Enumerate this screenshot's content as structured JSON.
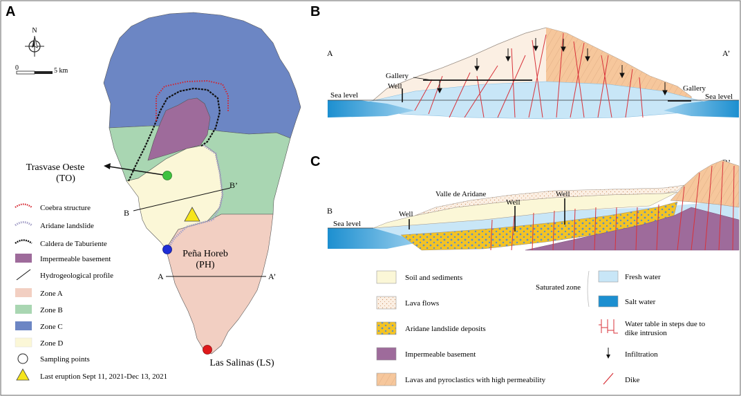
{
  "panels": {
    "a": "A",
    "b": "B",
    "c": "C"
  },
  "map": {
    "north": "N",
    "scale_zero": "0",
    "scale_value": "5 km",
    "sites": {
      "to_name": "Trasvase Oeste",
      "to_code": "(TO)",
      "ph_name": "Peña Horeb",
      "ph_code": "(PH)",
      "ls_name": "Las Salinas (LS)"
    },
    "profile_labels": {
      "a": "A",
      "a_prime": "A’",
      "b": "B",
      "b_prime": "B’"
    },
    "legend": [
      {
        "label": "Coebra structure",
        "icon": "coebra-structure-icon"
      },
      {
        "label": "Aridane landslide",
        "icon": "aridane-landslide-icon"
      },
      {
        "label": "Caldera de Taburiente",
        "icon": "caldera-icon"
      },
      {
        "label": "Impermeable basement",
        "icon": "basement-swatch",
        "color": "#9e6b9b"
      },
      {
        "label": "Hydrogeological profile",
        "icon": "profile-line-icon"
      },
      {
        "label": "Zone A",
        "icon": "zone-a-swatch",
        "color": "#f2cfc2"
      },
      {
        "label": "Zone B",
        "icon": "zone-b-swatch",
        "color": "#a9d6b2"
      },
      {
        "label": "Zone C",
        "icon": "zone-c-swatch",
        "color": "#6c86c4"
      },
      {
        "label": "Zone D",
        "icon": "zone-d-swatch",
        "color": "#fbf7d7"
      },
      {
        "label": "Sampling points",
        "icon": "circle-icon"
      },
      {
        "label": "Last eruption Sept 11, 2021-Dec 13, 2021",
        "icon": "triangle-icon",
        "color": "#f6e51c"
      }
    ],
    "colors": {
      "zone_a": "#f2cfc2",
      "zone_b": "#a9d6b2",
      "zone_c": "#6c86c4",
      "zone_d": "#fbf7d7",
      "basement": "#9e6b9b",
      "to_point": "#3fc23f",
      "ph_point": "#1e2ed6",
      "ls_point": "#e0191b"
    }
  },
  "section_b": {
    "left_end": "A",
    "right_end": "A’",
    "sea_level_left": "Sea level",
    "sea_level_right": "Sea level",
    "gallery_left": "Gallery",
    "gallery_right": "Gallery",
    "well": "Well"
  },
  "section_c": {
    "left_end": "B",
    "right_end": "B’",
    "sea_level": "Sea level",
    "valley": "Valle de Aridane",
    "wells": [
      "Well",
      "Well",
      "Well"
    ]
  },
  "section_legend": {
    "left": [
      {
        "label": "Soil and sediments",
        "icon": "soil-swatch"
      },
      {
        "label": "Lava flows",
        "icon": "lava-flows-swatch"
      },
      {
        "label": "Aridane landslide deposits",
        "icon": "landslide-deposits-swatch"
      },
      {
        "label": "Impermeable basement",
        "icon": "basement-swatch"
      },
      {
        "label": "Lavas and pyroclastics with high permeability",
        "icon": "lavas-pyroclastics-swatch"
      }
    ],
    "saturated_zone": "Saturated zone",
    "right": [
      {
        "label": "Fresh water",
        "icon": "fresh-water-swatch"
      },
      {
        "label": "Salt water",
        "icon": "salt-water-swatch"
      },
      {
        "label": "Water table in steps due to",
        "label2": "dike intrusion",
        "icon": "water-table-icon"
      },
      {
        "label": "Infiltration",
        "icon": "infiltration-arrow-icon"
      },
      {
        "label": "Dike",
        "icon": "dike-icon"
      }
    ]
  }
}
